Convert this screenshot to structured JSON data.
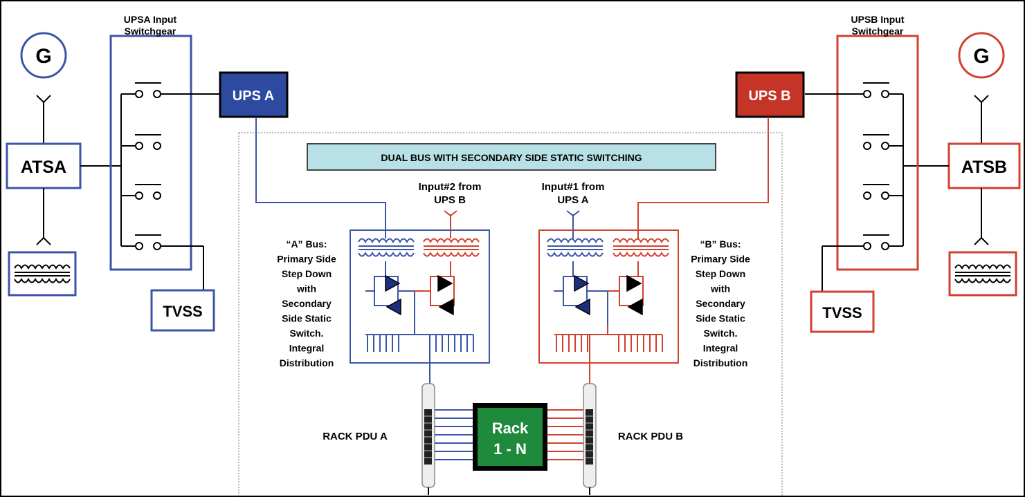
{
  "colors": {
    "side_a": "#3a55a6",
    "side_b": "#d2402f",
    "ups_a_fill": "#2e4aa0",
    "ups_b_fill": "#c43527",
    "banner_fill": "#b7e1e6",
    "rack_fill": "#1f8a3c"
  },
  "title": "DUAL BUS WITH SECONDARY SIDE STATIC SWITCHING",
  "side_a": {
    "generator": "G",
    "switchgear_label_1": "UPSA Input",
    "switchgear_label_2": "Switchgear",
    "ats": "ATSA",
    "ups": "UPS A",
    "tvss": "TVSS",
    "transformer_icon": "transformer-icon"
  },
  "side_b": {
    "generator": "G",
    "switchgear_label_1": "UPSB Input",
    "switchgear_label_2": "Switchgear",
    "ats": "ATSB",
    "ups": "UPS B",
    "tvss": "TVSS",
    "transformer_icon": "transformer-icon"
  },
  "inputs": {
    "input2_line1": "Input#2 from",
    "input2_line2": "UPS B",
    "input1_line1": "Input#1 from",
    "input1_line2": "UPS A"
  },
  "bus_a_desc": [
    "“A” Bus:",
    "Primary Side",
    "Step Down",
    "with",
    "Secondary",
    "Side Static",
    "Switch.",
    "Integral",
    "Distribution"
  ],
  "bus_b_desc": [
    "“B” Bus:",
    "Primary Side",
    "Step Down",
    "with",
    "Secondary",
    "Side Static",
    "Switch.",
    "Integral",
    "Distribution"
  ],
  "rack": {
    "line1": "Rack",
    "line2": "1 - N",
    "pdu_a": "RACK PDU A",
    "pdu_b": "RACK PDU B"
  }
}
